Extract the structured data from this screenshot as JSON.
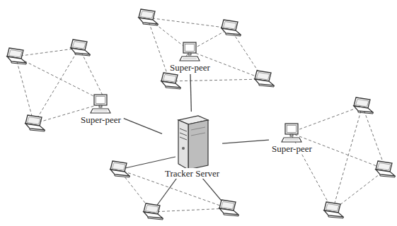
{
  "diagram": {
    "nodes": [
      {
        "text": [
          "Super-peer"
        ]
      },
      {
        "text": [
          "Super-peer"
        ]
      },
      {
        "text": [
          "Super-peer"
        ]
      },
      {
        "text": [
          "Tracker Server"
        ]
      }
    ],
    "edges": [
      {
        "from": 3,
        "to": 0,
        "arrow": "none"
      },
      {
        "from": 3,
        "to": 1,
        "arrow": "none"
      },
      {
        "from": 3,
        "to": 2,
        "arrow": "none"
      }
    ]
  }
}
